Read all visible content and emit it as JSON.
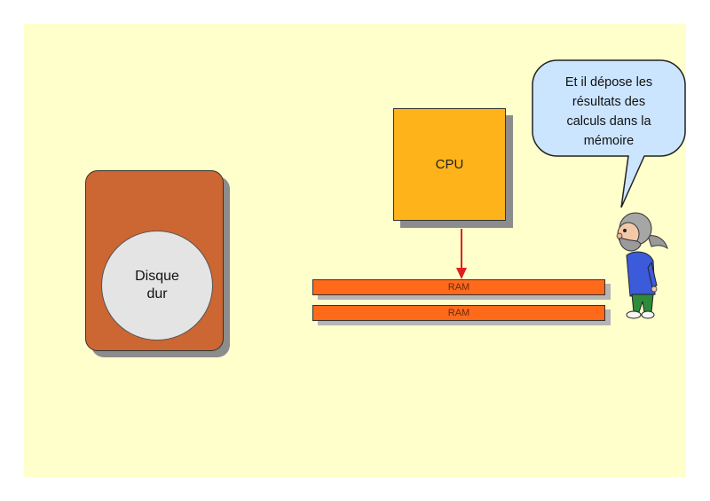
{
  "disk": {
    "label_line1": "Disque",
    "label_line2": "dur"
  },
  "cpu": {
    "label": "CPU"
  },
  "ram": [
    {
      "label": "RAM"
    },
    {
      "label": "RAM"
    }
  ],
  "speech": {
    "lines": [
      "Et il dépose les",
      "résultats des",
      "calculs dans la",
      "mémoire"
    ]
  },
  "colors": {
    "background": "#ffffcc",
    "disk": "#cc6633",
    "platter": "#e4e4e4",
    "cpu": "#ffb31a",
    "ram": "#ff6a1a",
    "arrow": "#e02020",
    "bubble": "#cce5ff"
  },
  "icons": {
    "character": "bearded-man-icon",
    "arrow": "down-arrow-icon"
  }
}
